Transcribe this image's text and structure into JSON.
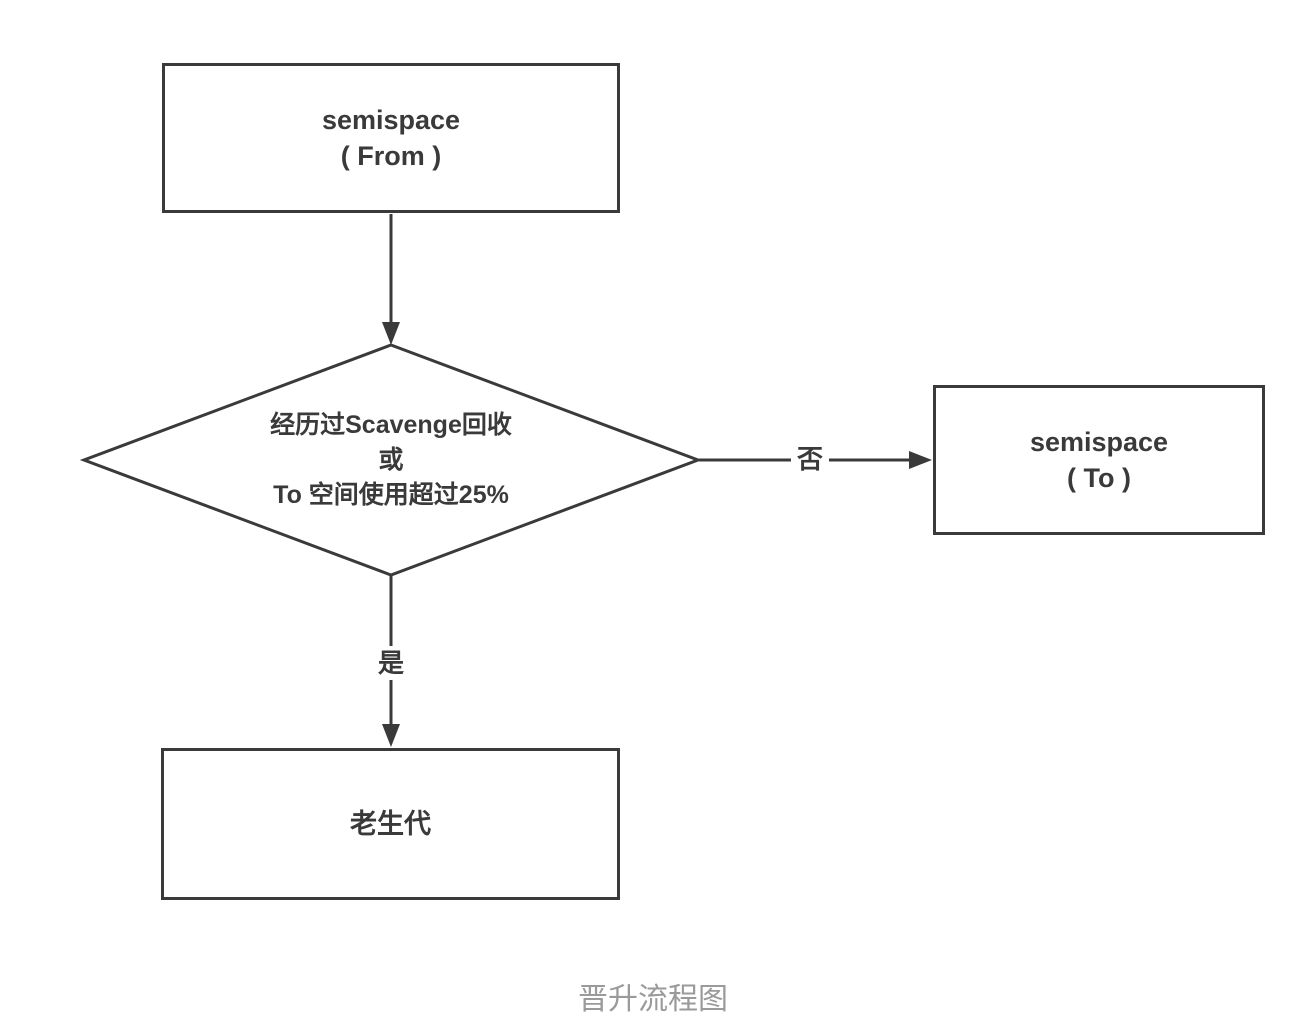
{
  "diagram": {
    "caption": "晋升流程图",
    "nodes": {
      "from": {
        "title": "semispace",
        "subtitle": "( From )"
      },
      "to": {
        "title": "semispace",
        "subtitle": "( To )"
      },
      "old_generation": {
        "label": "老生代"
      },
      "decision": {
        "line1": "经历过Scavenge回收",
        "line2": "或",
        "line3": "To 空间使用超过25%"
      }
    },
    "edges": {
      "from_to_decision": {
        "label": ""
      },
      "decision_to_to": {
        "label": "否"
      },
      "decision_to_old": {
        "label": "是"
      }
    },
    "colors": {
      "stroke": "#3a3a3a",
      "node_text": "#3a3a3a",
      "caption_text": "#9a9a9a",
      "background": "#ffffff"
    }
  }
}
